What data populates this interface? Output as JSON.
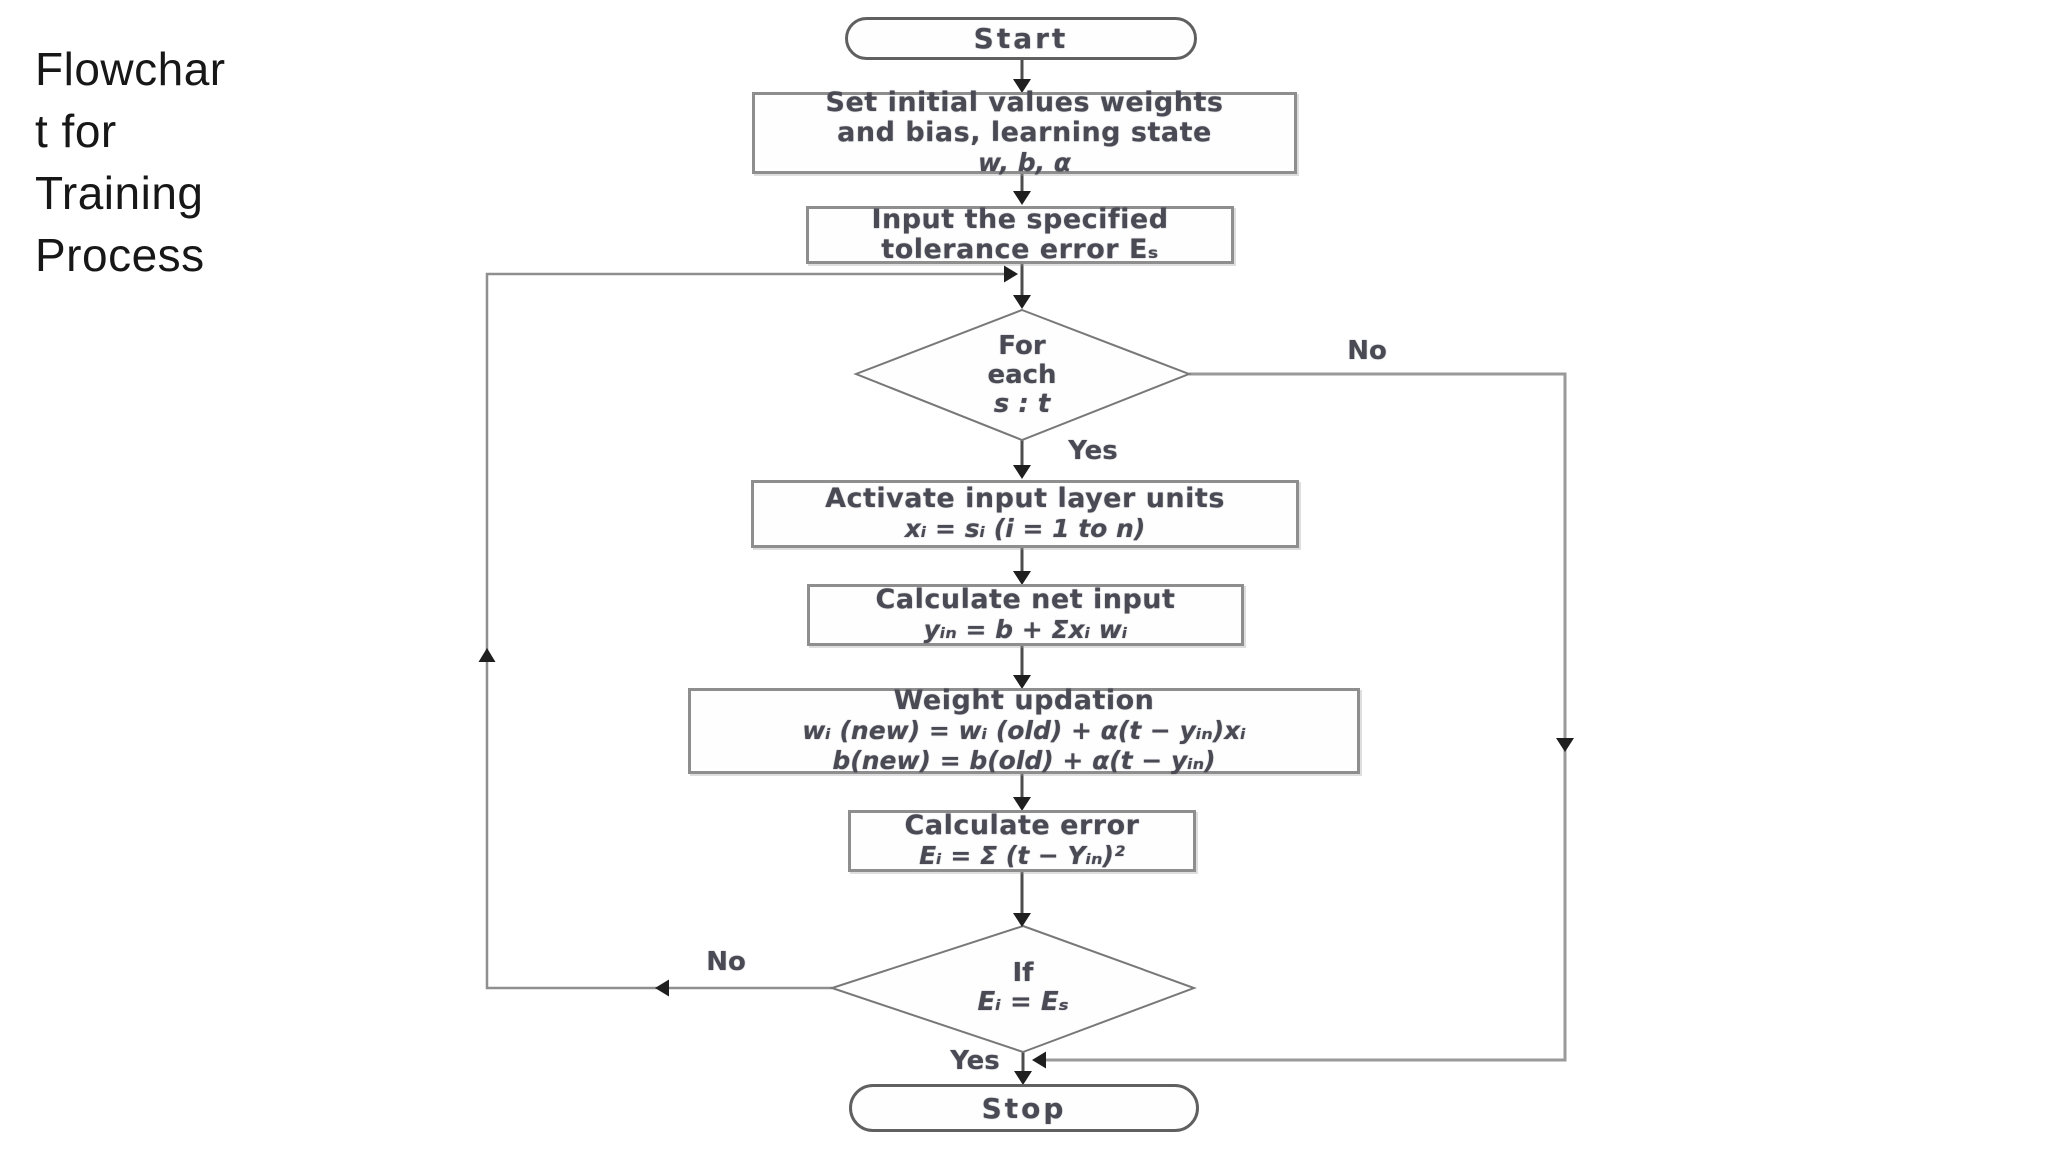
{
  "slide": {
    "title_lines": [
      "Flowchar",
      "t for",
      "Training",
      "Process"
    ]
  },
  "colors": {
    "background": "#ffffff",
    "title_text": "#171717",
    "node_text": "#4a4a54",
    "box_border": "#8e8e8e",
    "terminal_border": "#606060",
    "loop_line": "#9a9a9a",
    "stem_line": "#4d4d4d",
    "arrowhead": "#1f1f1f"
  },
  "flowchart": {
    "start": {
      "label": "Start"
    },
    "init_box": {
      "lines": [
        "Set initial values weights",
        "and bias, learning state",
        "w, b, α"
      ]
    },
    "tolerance_box": {
      "lines": [
        "Input the specified",
        "tolerance error Eₛ"
      ]
    },
    "foreach_decision": {
      "lines": [
        "For",
        "each",
        "s : t"
      ],
      "yes_label": "Yes",
      "no_label": "No"
    },
    "activate_box": {
      "lines": [
        "Activate input layer units",
        "xᵢ = sᵢ (i = 1 to n)"
      ]
    },
    "net_input_box": {
      "lines": [
        "Calculate net input",
        "yᵢₙ = b + Σxᵢ wᵢ"
      ]
    },
    "weight_update_box": {
      "lines": [
        "Weight updation",
        "wᵢ (new) = wᵢ (old) + α(t − yᵢₙ)xᵢ",
        "b(new) = b(old) + α(t − yᵢₙ)"
      ]
    },
    "error_box": {
      "lines": [
        "Calculate error",
        "Eᵢ = Σ (t − Yᵢₙ)²"
      ]
    },
    "error_decision": {
      "lines": [
        "If",
        "Eᵢ = Eₛ"
      ],
      "yes_label": "Yes",
      "no_label": "No"
    },
    "stop": {
      "label": "Stop"
    }
  }
}
